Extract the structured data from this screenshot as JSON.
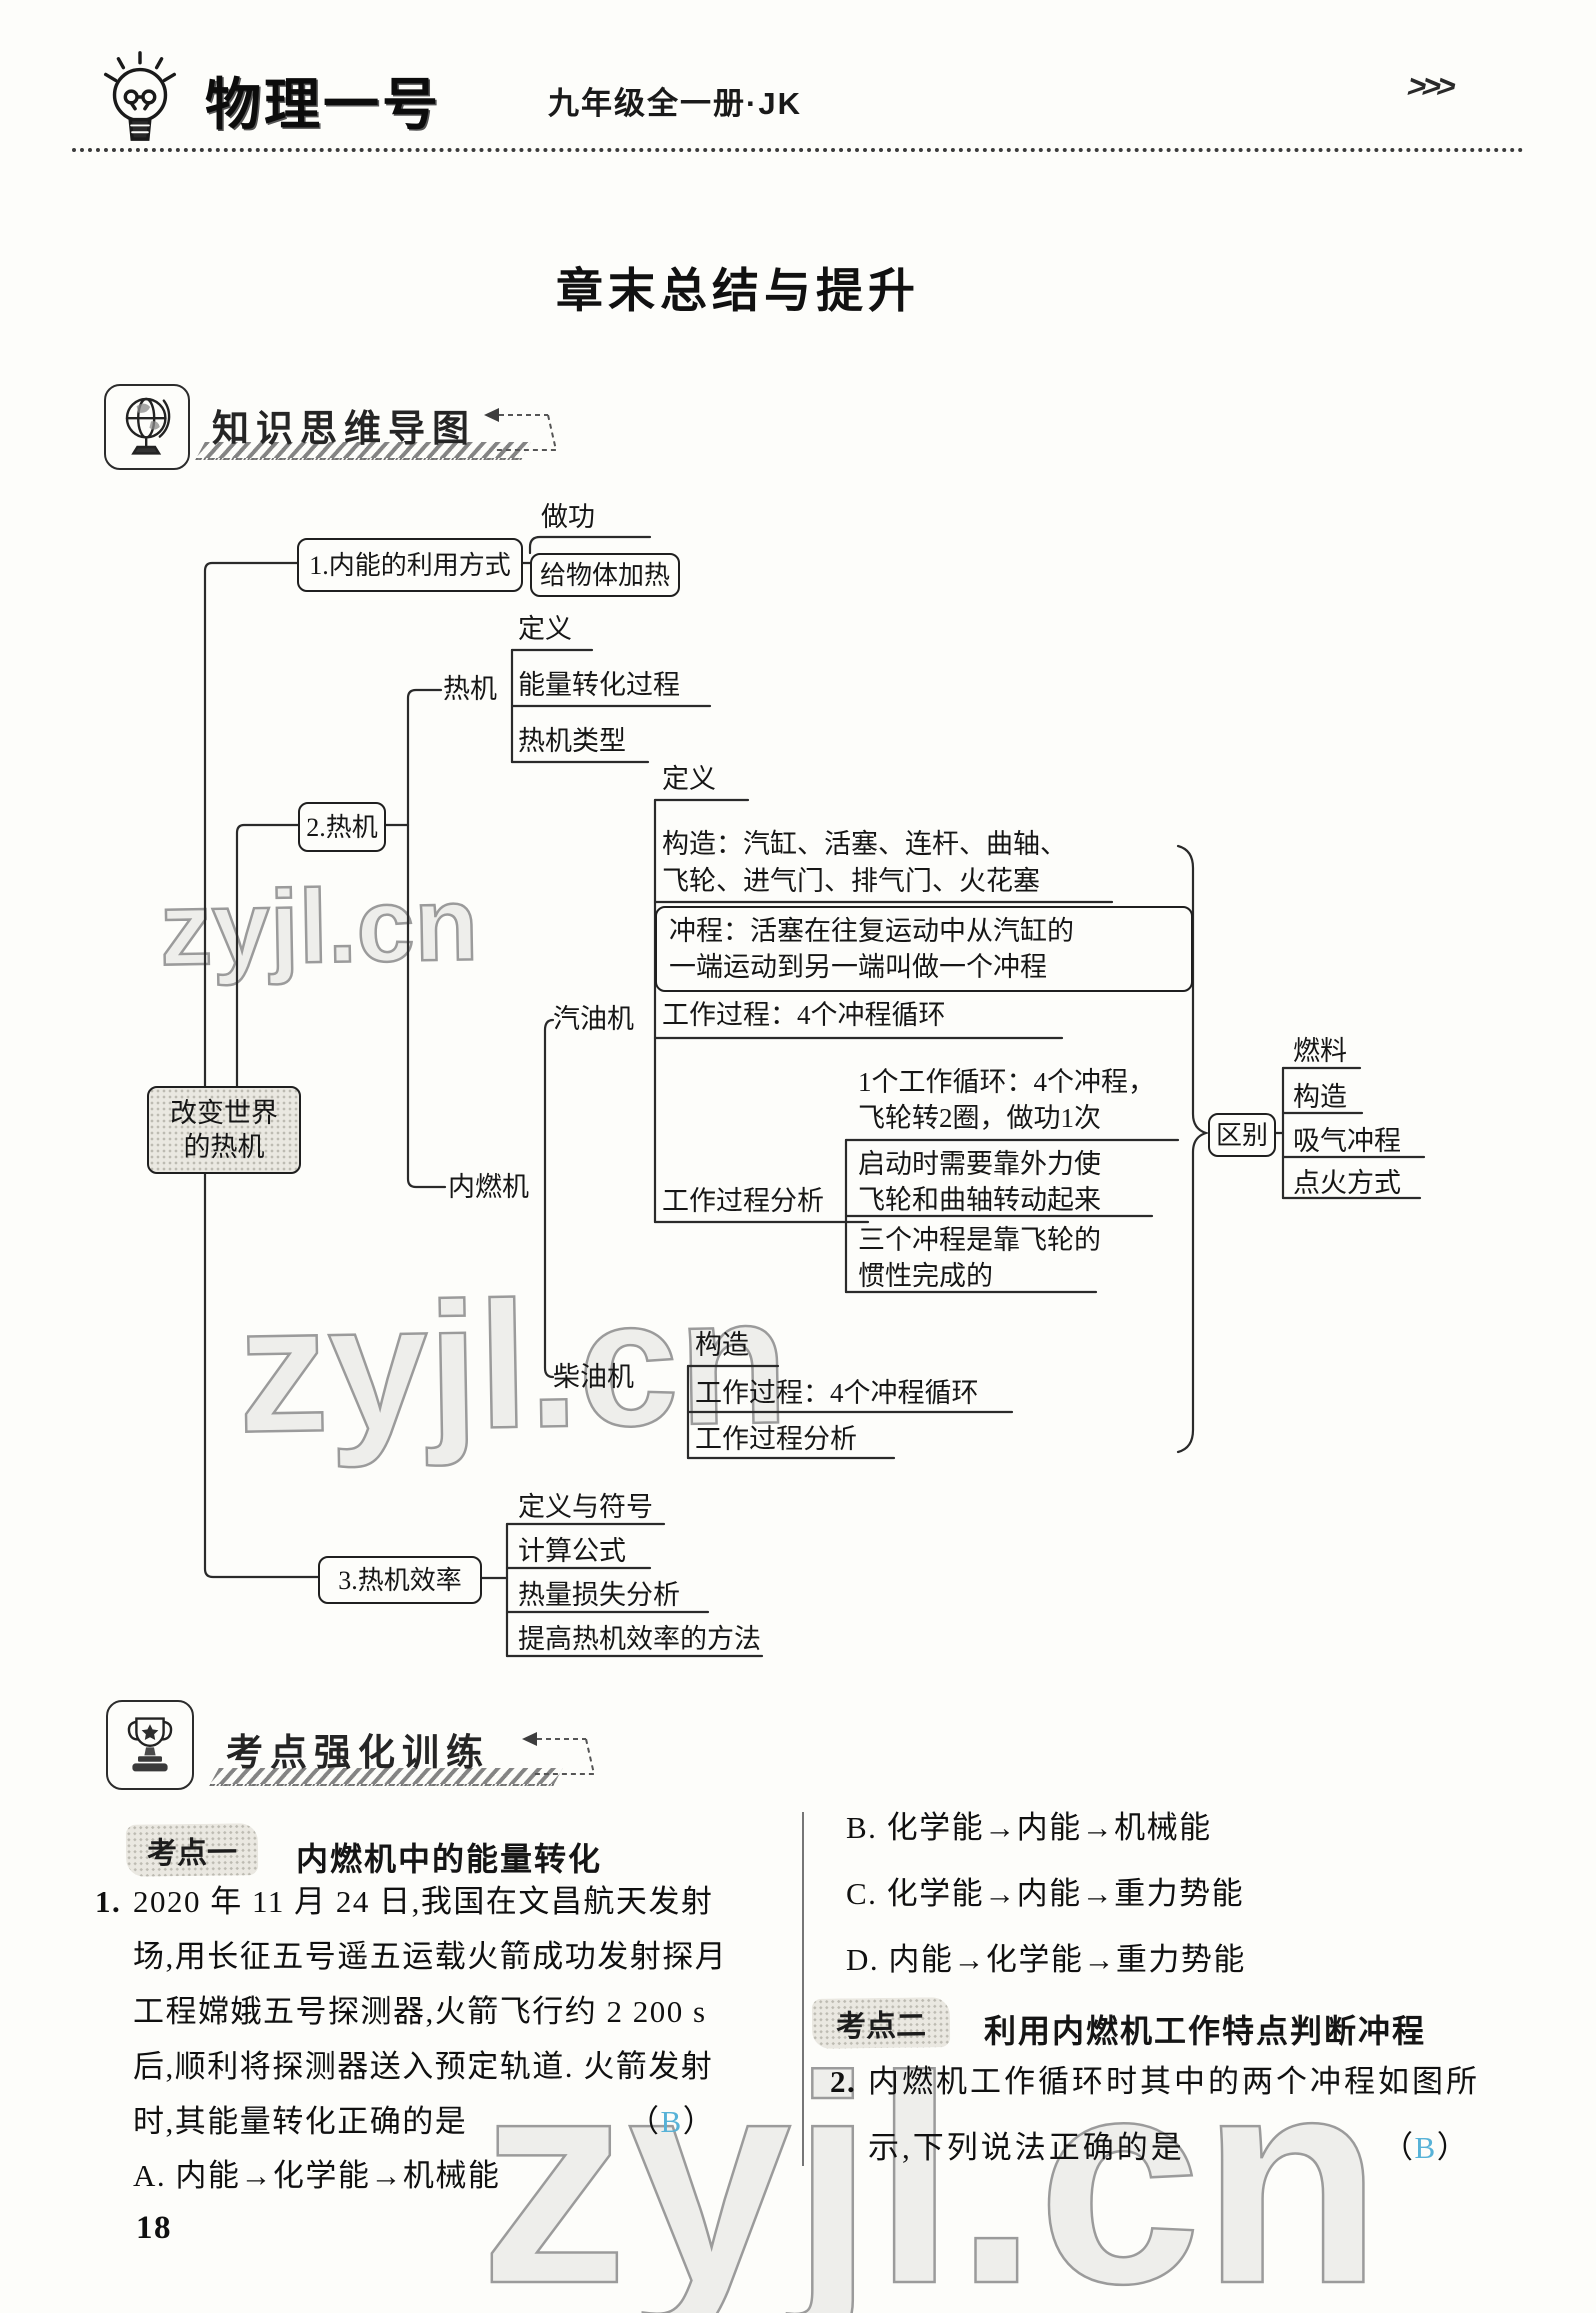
{
  "header": {
    "logo": "物理一号",
    "subtitle": "九年级全一册·JK",
    "arrows": ">>>"
  },
  "page_title": "章末总结与提升",
  "sections": {
    "mindmap_title": "知识思维导图",
    "training_title": "考点强化训练"
  },
  "mindmap": {
    "root_line1": "改变世界",
    "root_line2": "的热机",
    "n1": "1.内能的利用方式",
    "n1_c1": "做功",
    "n1_c2": "给物体加热",
    "n2": "2.热机",
    "reji": "热机",
    "reji_c1": "定义",
    "reji_c2": "能量转化过程",
    "reji_c3": "热机类型",
    "neiranji": "内燃机",
    "qiyouji": "汽油机",
    "qy_dingyi": "定义",
    "qy_gouzao_l1": "构造：汽缸、活塞、连杆、曲轴、",
    "qy_gouzao_l2": "飞轮、进气门、排气门、火花塞",
    "qy_chongcheng_l1": "冲程：活塞在往复运动中从汽缸的",
    "qy_chongcheng_l2": "一端运动到另一端叫做一个冲程",
    "qy_gongzuo": "工作过程：4个冲程循环",
    "qy_fenxi": "工作过程分析",
    "fx1_l1": "1个工作循环：4个冲程，",
    "fx1_l2": "飞轮转2圈，做功1次",
    "fx2_l1": "启动时需要靠外力使",
    "fx2_l2": "飞轮和曲轴转动起来",
    "fx3_l1": "三个冲程是靠飞轮的",
    "fx3_l2": "惯性完成的",
    "chaiyouji": "柴油机",
    "cy_gouzao": "构造",
    "cy_gongzuo": "工作过程：4个冲程循环",
    "cy_fenxi": "工作过程分析",
    "qubie": "区别",
    "qb_c1": "燃料",
    "qb_c2": "构造",
    "qb_c3": "吸气冲程",
    "qb_c4": "点火方式",
    "n3": "3.热机效率",
    "n3_c1": "定义与符号",
    "n3_c2": "计算公式",
    "n3_c3": "热量损失分析",
    "n3_c4": "提高热机效率的方法"
  },
  "exercise": {
    "kaodian1_badge": "考点一",
    "kaodian1_title": "内燃机中的能量转化",
    "q1_no": "1.",
    "q1_lines": [
      "2020 年 11 月 24 日,我国在文昌航天发射",
      "场,用长征五号遥五运载火箭成功发射探月",
      "工程嫦娥五号探测器,火箭飞行约 2 200 s",
      "后,顺利将探测器送入预定轨道. 火箭发射",
      "时,其能量转化正确的是"
    ],
    "q1_answer_open": "（",
    "q1_answer": "B",
    "q1_answer_close": "）",
    "q1_optionA": "A. 内能→化学能→机械能",
    "q1_optionB": "B. 化学能→内能→机械能",
    "q1_optionC": "C. 化学能→内能→重力势能",
    "q1_optionD": "D. 内能→化学能→重力势能",
    "kaodian2_badge": "考点二",
    "kaodian2_title": "利用内燃机工作特点判断冲程",
    "q2_no": "2.",
    "q2_lines": [
      "内燃机工作循环时其中的两个冲程如图所",
      "示,下列说法正确的是"
    ],
    "q2_answer_open": "（",
    "q2_answer": "B",
    "q2_answer_close": "）"
  },
  "page_number": "18",
  "watermark": "zyjl.cn",
  "colors": {
    "answer_blue": "#57b2d7",
    "ink": "#1f1f1f"
  }
}
